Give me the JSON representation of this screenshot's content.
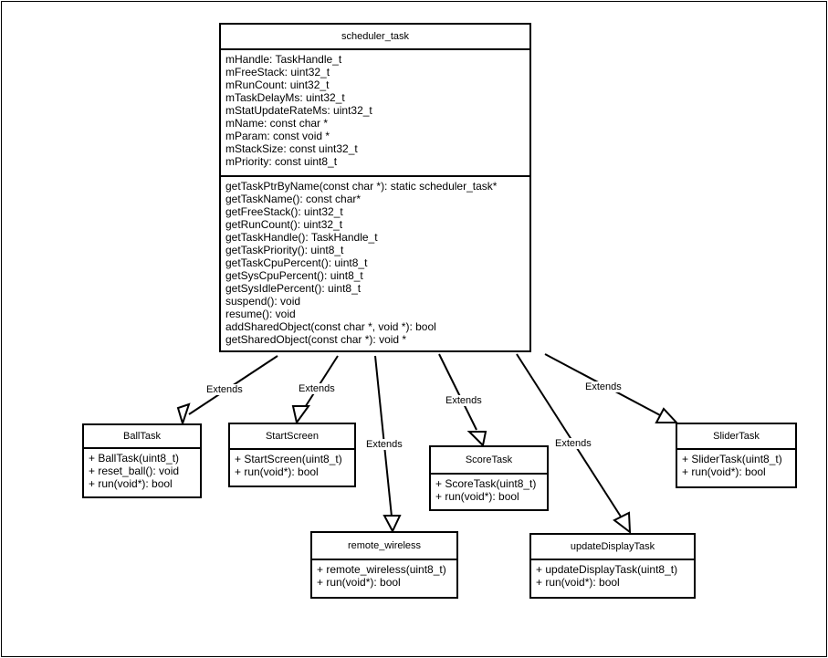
{
  "diagram": {
    "main_class": {
      "name": "scheduler_task",
      "attributes": [
        "mHandle: TaskHandle_t",
        "mFreeStack: uint32_t",
        "mRunCount: uint32_t",
        "mTaskDelayMs: uint32_t",
        "mStatUpdateRateMs: uint32_t",
        "mName: const char *",
        "mParam: const void *",
        "mStackSize: const uint32_t",
        "mPriority: const uint8_t"
      ],
      "methods": [
        "getTaskPtrByName(const char *): static scheduler_task*",
        "getTaskName(): const char*",
        "getFreeStack(): uint32_t",
        "getRunCount(): uint32_t",
        "getTaskHandle(): TaskHandle_t",
        "getTaskPriority(): uint8_t",
        "getTaskCpuPercent(): uint8_t",
        "getSysCpuPercent(): uint8_t",
        "getSysIdlePercent(): uint8_t",
        "suspend(): void",
        "resume(): void",
        "addSharedObject(const char *, void *): bool",
        "getSharedObject(const char *): void *"
      ]
    },
    "subclasses": [
      {
        "name": "BallTask",
        "members": [
          "+ BallTask(uint8_t)",
          "+ reset_ball(): void",
          "+ run(void*): bool"
        ]
      },
      {
        "name": "StartScreen",
        "members": [
          "+ StartScreen(uint8_t)",
          "+ run(void*): bool"
        ]
      },
      {
        "name": "remote_wireless",
        "members": [
          "+ remote_wireless(uint8_t)",
          "+ run(void*): bool"
        ]
      },
      {
        "name": "ScoreTask",
        "members": [
          "+ ScoreTask(uint8_t)",
          "+ run(void*): bool"
        ]
      },
      {
        "name": "updateDisplayTask",
        "members": [
          "+ updateDisplayTask(uint8_t)",
          "+ run(void*): bool"
        ]
      },
      {
        "name": "SliderTask",
        "members": [
          "+ SliderTask(uint8_t)",
          "+ run(void*): bool"
        ]
      }
    ],
    "relation_label": "Extends"
  }
}
